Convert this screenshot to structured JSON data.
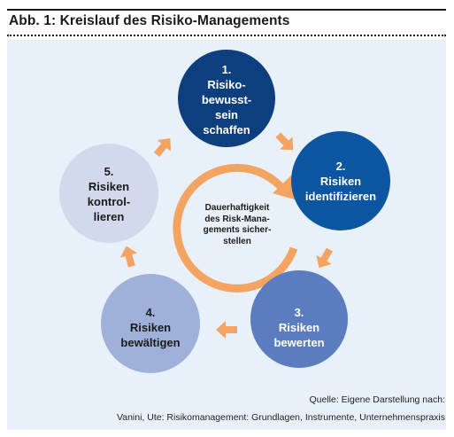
{
  "figure": {
    "title": "Abb. 1: Kreislauf des Risiko-Managements",
    "steps": [
      {
        "lines": [
          "1.",
          "Risiko-",
          "bewusst-",
          "sein",
          "schaffen"
        ],
        "fill": "#0d3f7e",
        "text_color": "#ffffff"
      },
      {
        "lines": [
          "2.",
          "Risiken",
          "identifizieren"
        ],
        "fill": "#0c55a0",
        "text_color": "#ffffff"
      },
      {
        "lines": [
          "3.",
          "Risiken",
          "bewerten"
        ],
        "fill": "#5b7dbf",
        "text_color": "#ffffff"
      },
      {
        "lines": [
          "4.",
          "Risiken",
          "bewältigen"
        ],
        "fill": "#9fb1db",
        "text_color": "#1a1a1a"
      },
      {
        "lines": [
          "5.",
          "Risiken",
          "kontrol-",
          "lieren"
        ],
        "fill": "#d2d9ec",
        "text_color": "#1a1a1a"
      }
    ],
    "center_lines": [
      "Dauerhaftigkeit",
      "des Risk-Mana-",
      "gements sicher-",
      "stellen"
    ],
    "source_line_1": "Quelle: Eigene Darstellung nach:",
    "source_line_2": "Vanini, Ute: Risikomanagement: Grundlagen, Instrumente, Unternehmenspraxis",
    "colors": {
      "arrow": "#f4a462",
      "panel_background": "#e8f1f9"
    }
  }
}
